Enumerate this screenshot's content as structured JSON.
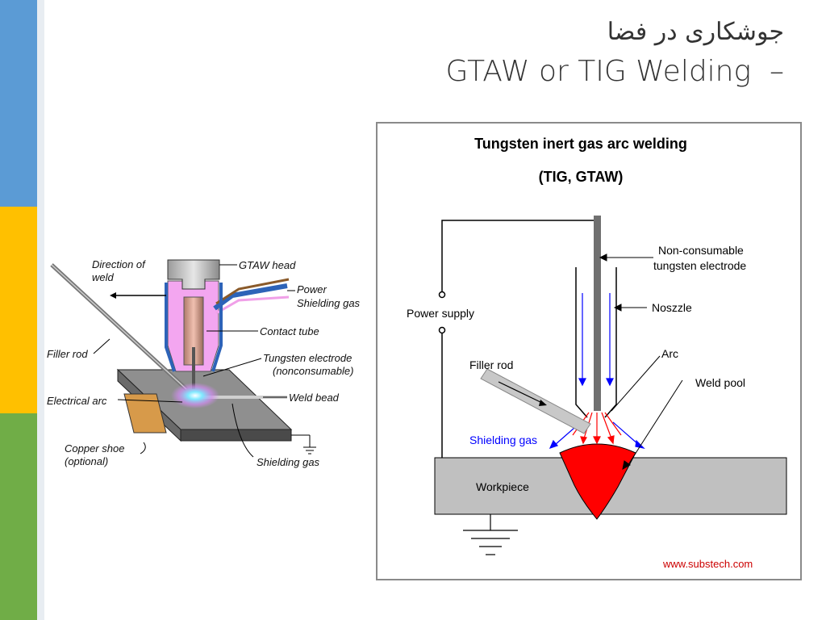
{
  "colors": {
    "bar_blue": "#5b9bd5",
    "bar_yellow": "#ffc000",
    "bar_green": "#70ad47"
  },
  "slide": {
    "title_line1": "جوشکاری در فضا",
    "title_line2": "GTAW or TIG Welding  –"
  },
  "left_diagram": {
    "labels": {
      "direction": "Direction of",
      "direction2": "weld",
      "gtaw_head": "GTAW head",
      "power": "Power",
      "shielding_gas_top": "Shielding gas",
      "contact_tube": "Contact tube",
      "tungsten": "Tungsten electrode",
      "tungsten2": "(nonconsumable)",
      "filler_rod": "Filler rod",
      "electrical_arc": "Electrical arc",
      "weld_bead": "Weld bead",
      "copper_shoe": "Copper shoe",
      "copper_shoe2": "(optional)",
      "shielding_gas_bottom": "Shielding gas"
    }
  },
  "right_diagram": {
    "title": "Tungsten inert gas arc welding",
    "subtitle": "(TIG, GTAW)",
    "labels": {
      "electrode1": "Non-consumable",
      "electrode2": "tungsten electrode",
      "nozzle": "Noszzle",
      "power_supply": "Power supply",
      "filler_rod": "Filler rod",
      "arc": "Arc",
      "weld_pool": "Weld pool",
      "shielding_gas": "Shielding gas",
      "workpiece": "Workpiece",
      "url": "www.substech.com"
    }
  }
}
